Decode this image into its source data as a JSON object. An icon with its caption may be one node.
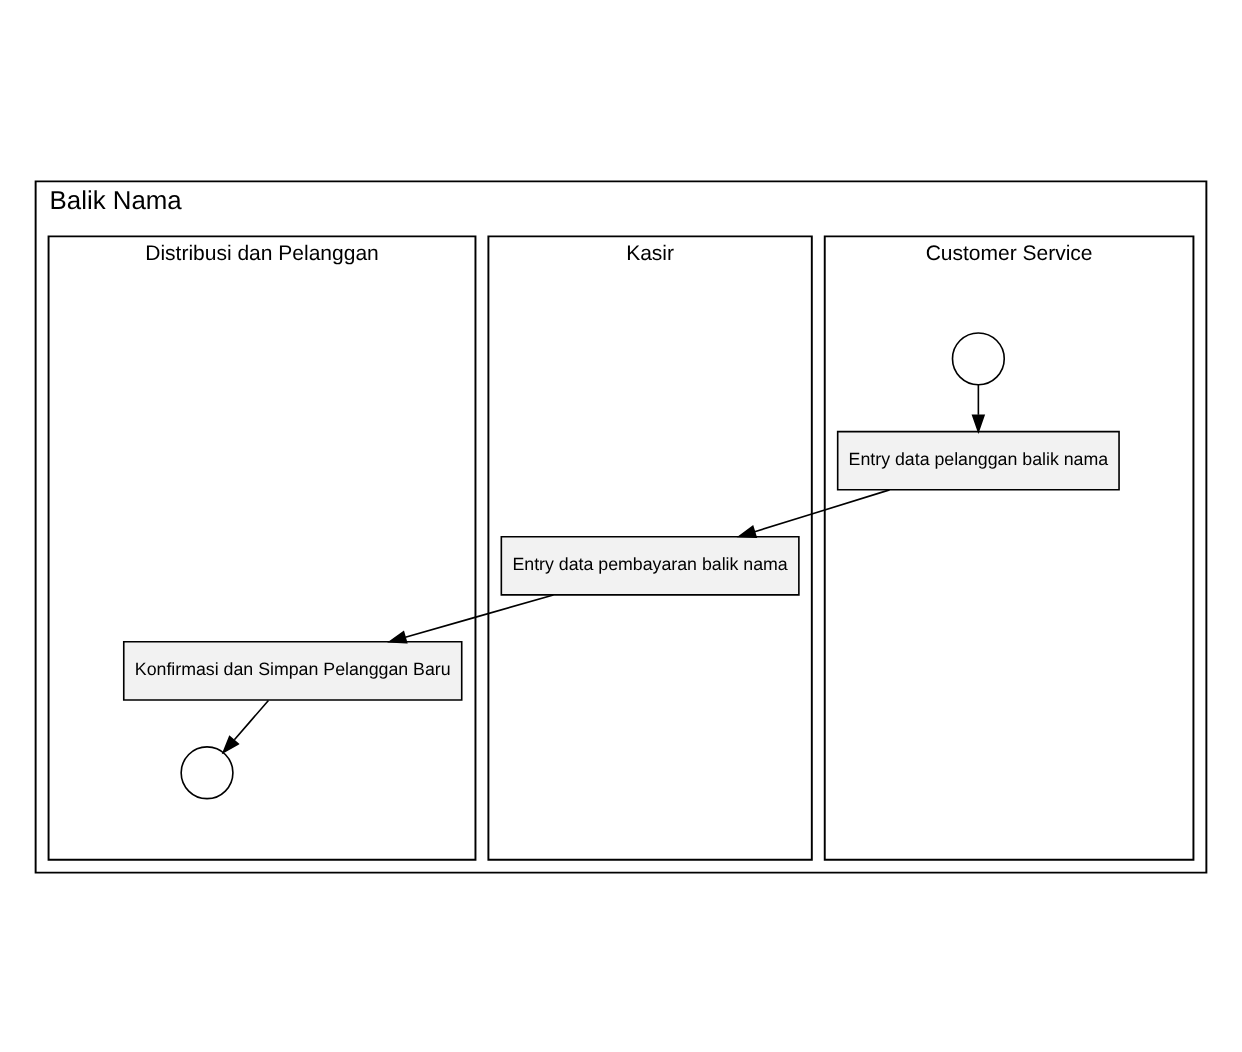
{
  "diagram": {
    "nodes": [
      {
        "text": [
          "Balik Nama"
        ]
      },
      {
        "text": [
          "Customer Service"
        ],
        "in": 0
      },
      {
        "text": [
          "Kasir"
        ],
        "in": 0
      },
      {
        "text": [
          "Distribusi dan Pelanggan"
        ],
        "in": 0
      },
      {
        "text": [],
        "shape": "circle",
        "in": 1
      },
      {
        "text": [
          "Entry data pelanggan balik nama"
        ],
        "in": 1
      },
      {
        "text": [
          "Entry data pembayaran balik nama"
        ],
        "in": 2
      },
      {
        "text": [
          "Konfirmasi dan Simpan Pelanggan Baru"
        ],
        "in": 3
      },
      {
        "text": [],
        "shape": "circle",
        "in": 3
      }
    ],
    "edges": [
      {
        "from": 4,
        "to": 5,
        "arrow": "to"
      },
      {
        "from": 5,
        "to": 6,
        "arrow": "to"
      },
      {
        "from": 6,
        "to": 7,
        "arrow": "to"
      },
      {
        "from": 7,
        "to": 8,
        "arrow": "to"
      }
    ]
  }
}
